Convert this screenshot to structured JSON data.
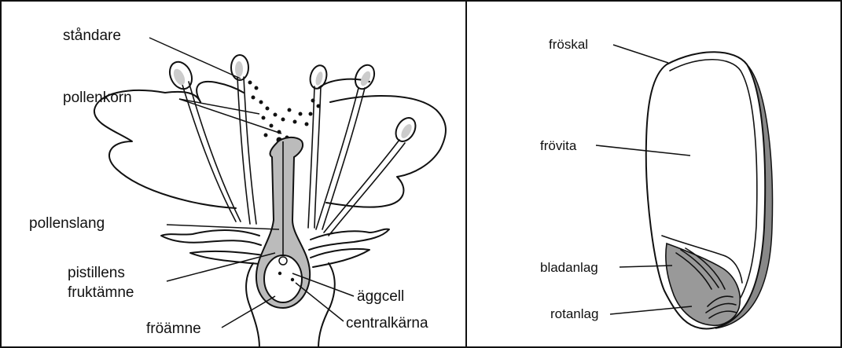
{
  "left_panel": {
    "labels": {
      "standare": "ståndare",
      "pollenkorn": "pollenkorn",
      "pollenslang": "pollenslang",
      "pistillens_line1": "pistillens",
      "pistillens_line2": "fruktämne",
      "aggcell": "äggcell",
      "froamne": "fröämne",
      "centralkarna": "centralkärna"
    }
  },
  "right_panel": {
    "labels": {
      "froskal": "fröskal",
      "frovita": "frövita",
      "bladanlag": "bladanlag",
      "rotanlag": "rotanlag"
    }
  }
}
